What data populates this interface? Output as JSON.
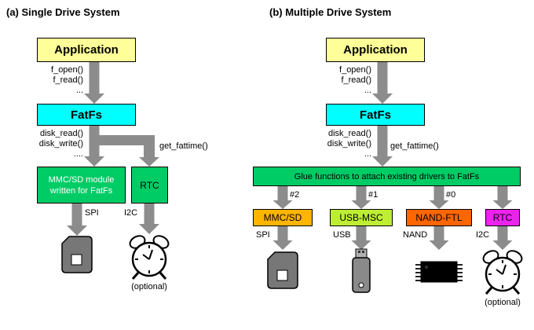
{
  "diagram_a": {
    "title": "(a) Single Drive System",
    "application_label": "Application",
    "app_calls": [
      "f_open()",
      "f_read()",
      "..."
    ],
    "fatfs_label": "FatFs",
    "disk_calls": [
      "disk_read()",
      "disk_write()",
      "...."
    ],
    "get_fattime_label": "get_fattime()",
    "mmc_module_line1": "MMC/SD module",
    "mmc_module_line2": "written for FatFs",
    "rtc_label": "RTC",
    "spi_label": "SPI",
    "i2c_label": "I2C",
    "optional_label": "(optional)"
  },
  "diagram_b": {
    "title": "(b) Multiple Drive System",
    "application_label": "Application",
    "app_calls": [
      "f_open()",
      "f_read()",
      "..."
    ],
    "fatfs_label": "FatFs",
    "disk_calls": [
      "disk_read()",
      "disk_write()",
      "..."
    ],
    "get_fattime_label": "get_fattime()",
    "glue_label": "Glue functions to attach existing drivers to FatFs",
    "drive_numbers": [
      "#2",
      "#1",
      "#0"
    ],
    "drivers": [
      {
        "label": "MMC/SD",
        "bus": "SPI",
        "color": "#FFB400"
      },
      {
        "label": "USB-MSC",
        "bus": "USB",
        "color": "#BDEE33"
      },
      {
        "label": "NAND-FTL",
        "bus": "NAND",
        "color": "#FF6600"
      },
      {
        "label": "RTC",
        "bus": "I2C",
        "color": "#EE22EE"
      }
    ],
    "optional_label": "(optional)"
  },
  "colors": {
    "application_bg": "#FFFF99",
    "fatfs_bg": "#00FFFF",
    "module_green_bg": "#00CC66",
    "arrow_gray": "#8C8C8C"
  }
}
